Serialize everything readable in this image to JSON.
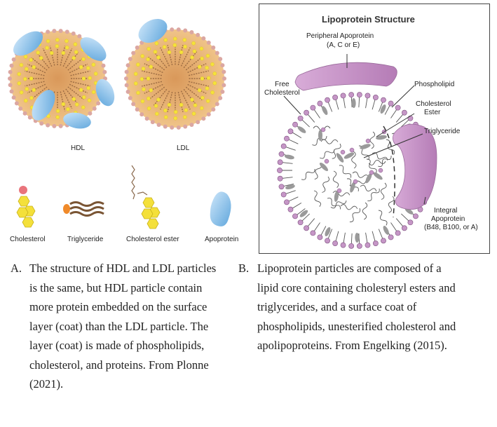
{
  "left_figure": {
    "particles": [
      {
        "label": "HDL"
      },
      {
        "label": "LDL"
      }
    ],
    "legend": [
      {
        "label": "Cholesterol",
        "icon": "cholesterol-icon"
      },
      {
        "label": "Triglyceride",
        "icon": "triglyceride-icon"
      },
      {
        "label": "Cholesterol ester",
        "icon": "cholesterol-ester-icon"
      },
      {
        "label": "Apoprotein",
        "icon": "apoprotein-icon"
      }
    ]
  },
  "right_figure": {
    "title": "Lipoprotein Structure",
    "labels": {
      "peripheral_1": "Peripheral Apoprotein",
      "peripheral_2": "(A, C or E)",
      "free_chol_1": "Free",
      "free_chol_2": "Cholesterol",
      "phospholipid": "Phospholipid",
      "chol_ester_1": "Cholesterol",
      "chol_ester_2": "Ester",
      "triglyceride": "Triglyceride",
      "integral_1": "Integral",
      "integral_2": "Apoprotein",
      "integral_3": "(B48, B100, or A)"
    }
  },
  "captions": {
    "a_letter": "A.",
    "a_lines": [
      "The structure of HDL and LDL particles",
      "is the same, but HDL particle contain",
      "more protein embedded on the surface",
      "layer (coat) than the LDL particle. The",
      "layer (coat) is made of phospholipids,",
      "cholesterol, and proteins. From Plonne",
      "(2021)."
    ],
    "b_letter": "B.",
    "b_lines": [
      "Lipoprotein particles are composed of a",
      "lipid core containing cholesteryl esters and",
      "triglycerides, and a surface coat of",
      "phospholipids, unesterified cholesterol and",
      "apolipoproteins. From Engelking (2015)."
    ]
  },
  "colors": {
    "core": "#e9b874",
    "yellow": "#f5e23a",
    "head_pink": "#dba7a2",
    "apo_blue": "#8fc3ea",
    "purple": "#c596c6",
    "grey_chol": "#9a9a9a"
  }
}
